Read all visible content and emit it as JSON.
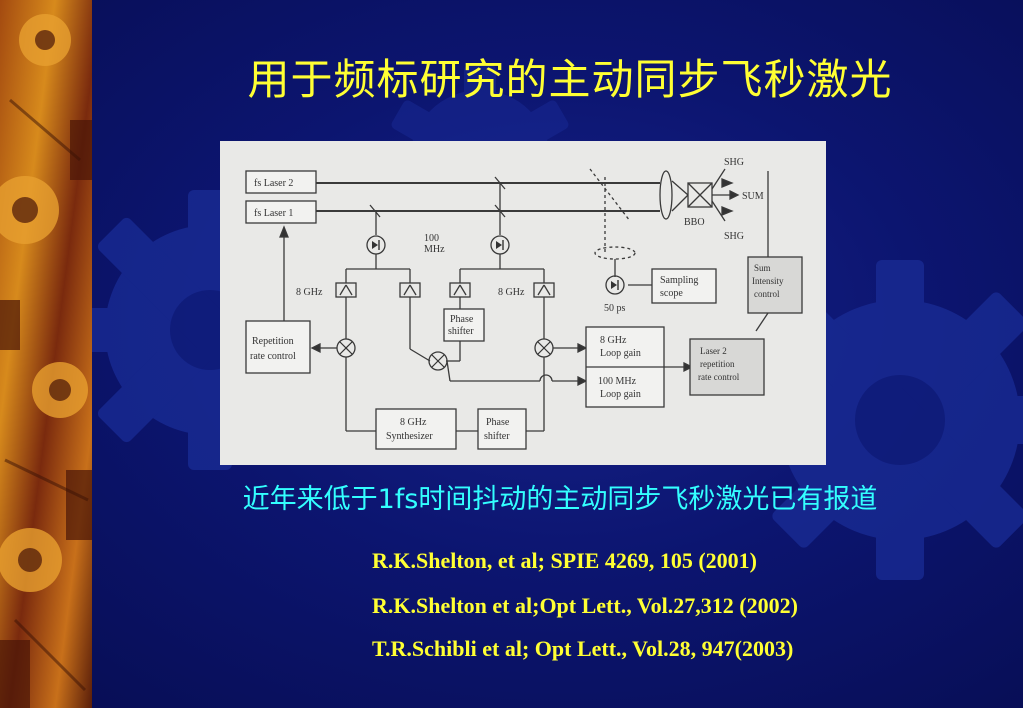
{
  "slide": {
    "title": "用于频标研究的主动同步飞秒激光",
    "caption": "近年来低于1fs时间抖动的主动同步飞秒激光已有报道",
    "references": [
      "R.K.Shelton, et al;  SPIE 4269, 105 (2001)",
      "R.K.Shelton et al;Opt Lett., Vol.27,312 (2002)",
      "T.R.Schibli et al; Opt Lett., Vol.28, 947(2003)"
    ]
  },
  "diagram": {
    "laser2": "fs Laser 2",
    "laser1": "fs Laser 1",
    "shg_top": "SHG",
    "sum": "SUM",
    "bbo": "BBO",
    "shg_bottom": "SHG",
    "freq_100_line1": "100",
    "freq_100_line2": "MHz",
    "ghz_left": "8 GHz",
    "ghz_right": "8 GHz",
    "phase_shifter_1_line1": "Phase",
    "phase_shifter_1_line2": "shifter",
    "sampling_line1": "Sampling",
    "sampling_line2": "scope",
    "ps50": "50 ps",
    "sum_int_line1": "Sum",
    "sum_int_line2": "Intensity",
    "sum_int_line3": "control",
    "rep_line1": "Repetition",
    "rep_line2": "rate control",
    "loop8_line1": "8 GHz",
    "loop8_line2": "Loop gain",
    "loop100_line1": "100 MHz",
    "loop100_line2": "Loop gain",
    "laser2rep_line1": "Laser 2",
    "laser2rep_line2": "repetition",
    "laser2rep_line3": "rate control",
    "synth_line1": "8 GHz",
    "synth_line2": "Synthesizer",
    "phase_shifter_2_line1": "Phase",
    "phase_shifter_2_line2": "shifter"
  },
  "colors": {
    "title": "#ffff33",
    "caption": "#33ffff",
    "references": "#ffff33",
    "background": "#0c1570",
    "figure_background": "#e9e9e7",
    "gear": "#1b2e9a"
  }
}
